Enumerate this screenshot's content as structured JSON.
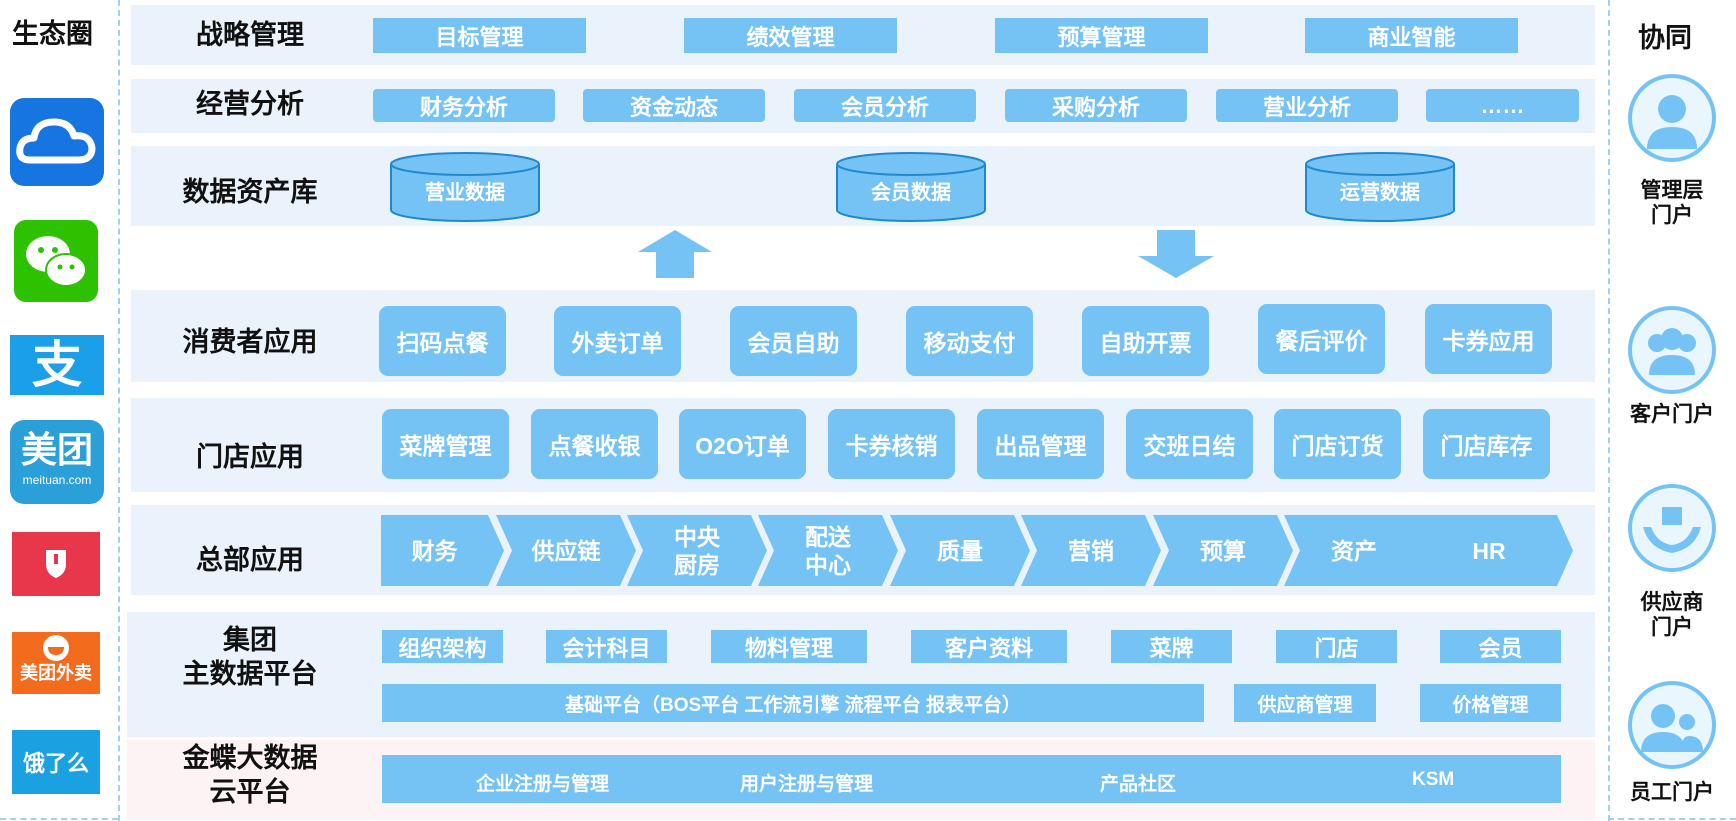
{
  "ecosystem": {
    "title": "生态圈",
    "apps": [
      {
        "name": "cloud-icon"
      },
      {
        "name": "wechat-icon"
      },
      {
        "name": "alipay-icon",
        "glyph": "支"
      },
      {
        "name": "meituan-icon",
        "text": "美团",
        "sub": "meituan.com"
      },
      {
        "name": "dianping-icon"
      },
      {
        "name": "meituan-waimai-icon",
        "text": "美团外卖"
      },
      {
        "name": "eleme-icon",
        "text": "饿了么"
      }
    ]
  },
  "rows": {
    "strategy": {
      "label": "战略管理",
      "items": [
        "目标管理",
        "绩效管理",
        "预算管理",
        "商业智能"
      ]
    },
    "analysis": {
      "label": "经营分析",
      "items": [
        "财务分析",
        "资金动态",
        "会员分析",
        "采购分析",
        "营业分析",
        "……"
      ]
    },
    "assets": {
      "label": "数据资产库",
      "items": [
        "营业数据",
        "会员数据",
        "运营数据"
      ]
    },
    "consumer": {
      "label": "消费者应用",
      "items": [
        "扫码点餐",
        "外卖订单",
        "会员自助",
        "移动支付",
        "自助开票",
        "餐后评价",
        "卡券应用"
      ]
    },
    "store": {
      "label": "门店应用",
      "items": [
        "菜牌管理",
        "点餐收银",
        "O2O订单",
        "卡券核销",
        "出品管理",
        "交班日结",
        "门店订货",
        "门店库存"
      ]
    },
    "hq": {
      "label": "总部应用",
      "items": [
        "财务",
        "供应链",
        "中央\n厨房",
        "配送\n中心",
        "质量",
        "营销",
        "预算",
        "资产",
        "HR"
      ]
    },
    "mdm": {
      "label": "集团\n主数据平台",
      "items": [
        "组织架构",
        "会计科目",
        "物料管理",
        "客户资料",
        "菜牌",
        "门店",
        "会员"
      ],
      "base": "基础平台（BOS平台  工作流引擎   流程平台   报表平台）",
      "supplier": "供应商管理",
      "price": "价格管理"
    },
    "cloud": {
      "label": "金蝶大数据\n云平台",
      "items": [
        "企业注册与管理",
        "用户注册与管理",
        "产品社区",
        "KSM"
      ]
    }
  },
  "collab": {
    "title": "协同",
    "portals": [
      {
        "name": "management-portal",
        "label": "管理层\n门户"
      },
      {
        "name": "customer-portal",
        "label": "客户门户"
      },
      {
        "name": "supplier-portal",
        "label": "供应商\n门户"
      },
      {
        "name": "employee-portal",
        "label": "员工门户"
      }
    ]
  },
  "colors": {
    "chip": "#74c3f4",
    "band": "#eaf3fc",
    "cloud_band": "#fdf2f4",
    "dash": "#9fd0ef"
  }
}
